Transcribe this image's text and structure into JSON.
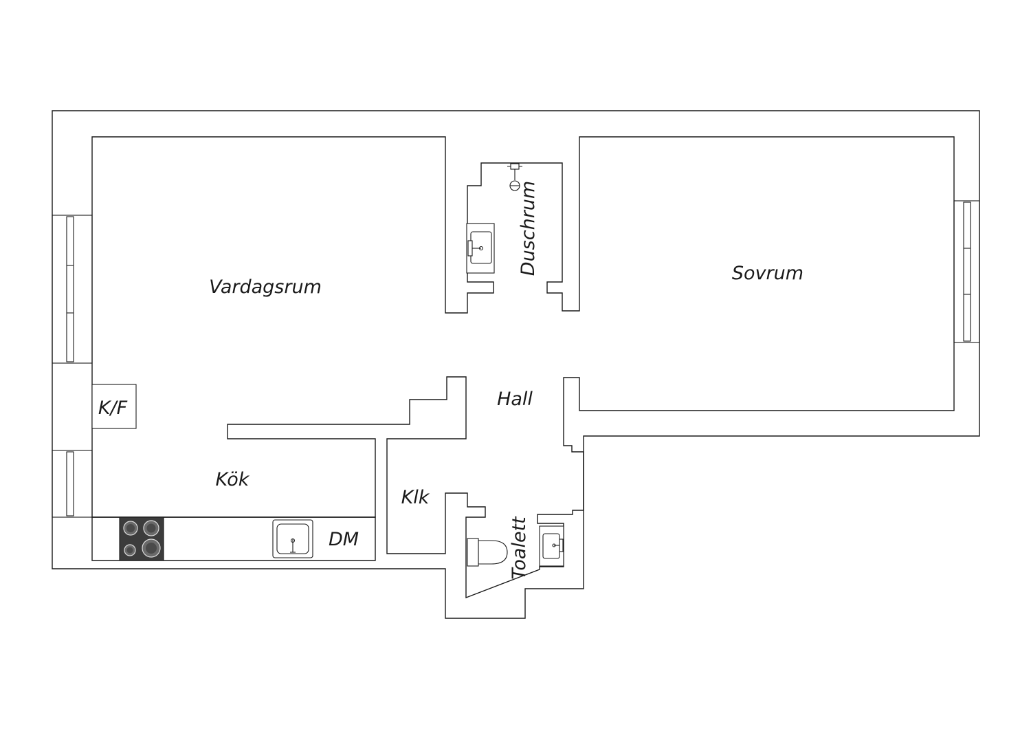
{
  "rooms": {
    "living_room": "Vardagsrum",
    "shower_room": "Duschrum",
    "bedroom": "Sovrum",
    "fridge_freezer": "K/F",
    "hall": "Hall",
    "kitchen": "Kök",
    "closet": "Klk",
    "toilet": "Toalett",
    "dishwasher": "DM"
  },
  "colors": {
    "line": "#1a1a1a",
    "background": "#ffffff",
    "stove": "#3c3c3c"
  }
}
